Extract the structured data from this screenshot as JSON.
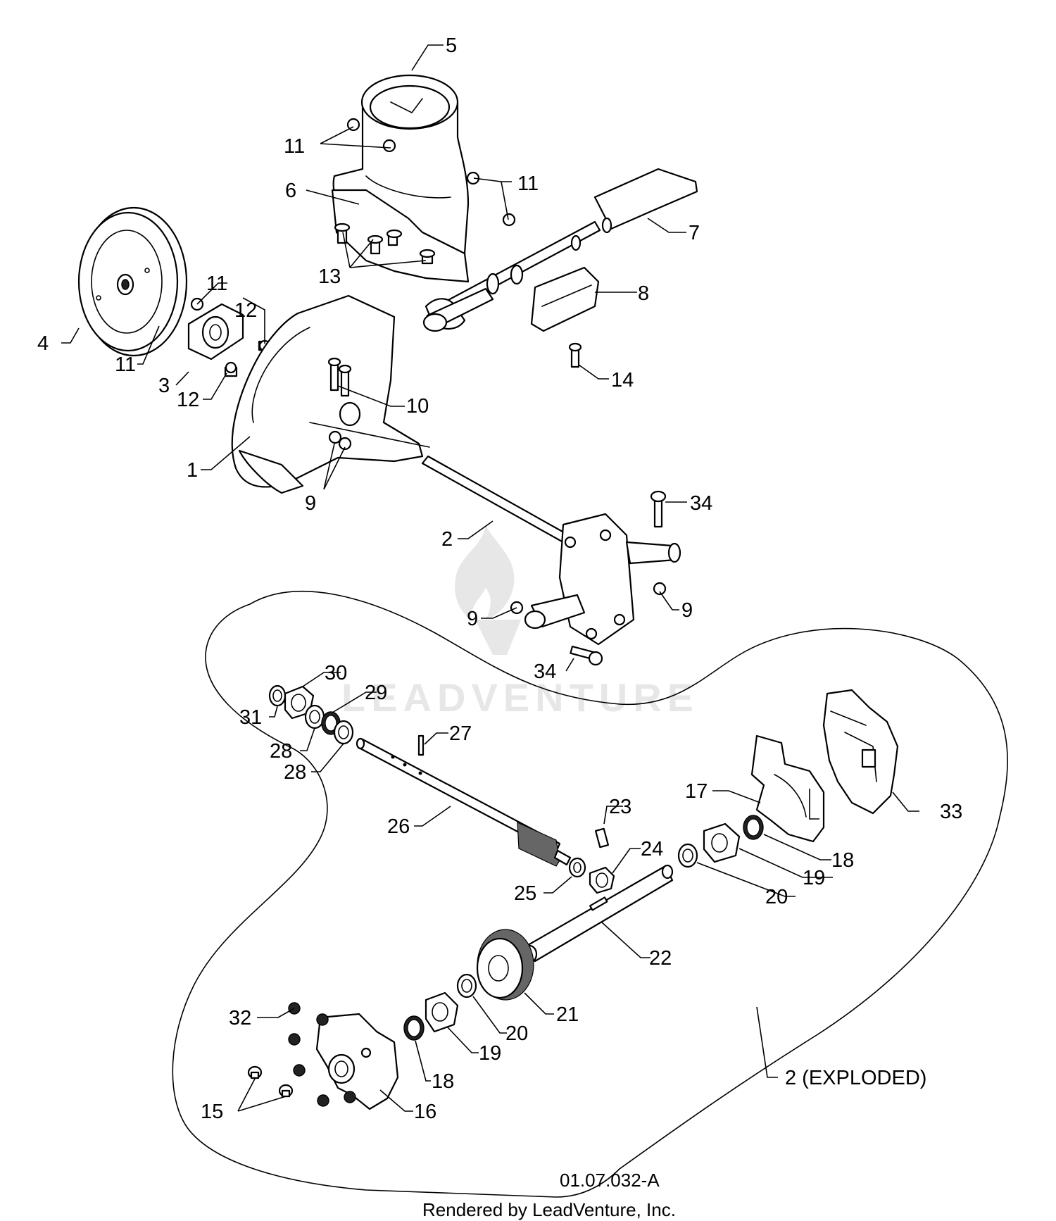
{
  "diagram_number": "01.07.032-A",
  "rendered_by": "Rendered by LeadVenture, Inc.",
  "watermark": "LEADVENTURE",
  "exploded_label": "2 (EXPLODED)",
  "callouts": {
    "c1": "1",
    "c2": "2",
    "c3": "3",
    "c4": "4",
    "c5": "5",
    "c6": "6",
    "c7": "7",
    "c8": "8",
    "c9a": "9",
    "c9b": "9",
    "c9c": "9",
    "c10": "10",
    "c11a": "11",
    "c11b": "11",
    "c11c": "11",
    "c11d": "11",
    "c12a": "12",
    "c12b": "12",
    "c13": "13",
    "c14": "14",
    "c15": "15",
    "c16": "16",
    "c17": "17",
    "c18a": "18",
    "c18b": "18",
    "c19a": "19",
    "c19b": "19",
    "c20a": "20",
    "c20b": "20",
    "c21": "21",
    "c22": "22",
    "c23": "23",
    "c24": "24",
    "c25": "25",
    "c26": "26",
    "c27": "27",
    "c28a": "28",
    "c28b": "28",
    "c29": "29",
    "c30": "30",
    "c31": "31",
    "c32": "32",
    "c33": "33",
    "c34a": "34",
    "c34b": "34"
  },
  "icons": {
    "watermark_logo": "flame-v-logo-icon"
  }
}
